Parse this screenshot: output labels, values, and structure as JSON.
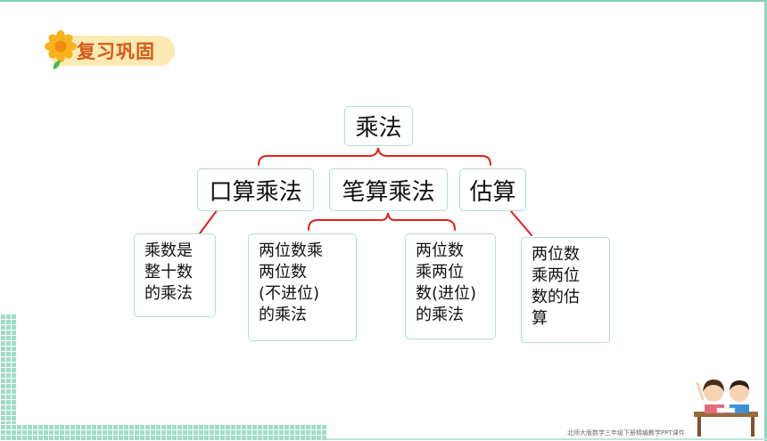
{
  "header": {
    "title": "复习巩固",
    "icon": "sunflower-icon"
  },
  "diagram": {
    "root": "乘法",
    "branches": [
      {
        "label": "口算乘法",
        "children": [
          "乘数是\n整十数\n的乘法"
        ]
      },
      {
        "label": "笔算乘法",
        "children": [
          "两位数乘\n两位数\n(不进位)\n的乘法",
          "两位数\n乘两位\n数(进位)\n的乘法"
        ]
      },
      {
        "label": "估算",
        "children": [
          "两位数\n乘两位\n数的估\n算"
        ]
      }
    ]
  },
  "footer": {
    "text": "北师大版数学三年级下册精编教学PPT课件"
  },
  "colors": {
    "connector": "#e0201e",
    "box_border": "#b6dcd0",
    "badge_bg": "#fde9b3",
    "badge_text": "#d25a18",
    "grid": "#9fdcc6"
  }
}
